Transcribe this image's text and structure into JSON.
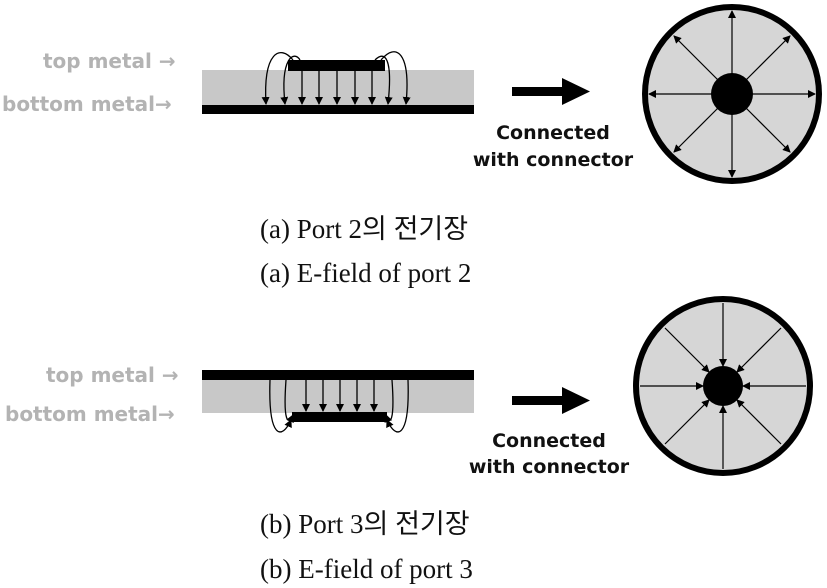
{
  "panel_a": {
    "top_metal_label": "top metal →",
    "bottom_metal_label": "bottom metal→",
    "connected_line1": "Connected",
    "connected_line2": "with connector",
    "caption_korean": "(a)  Port  2의  전기장",
    "caption_english": "(a)  E-field  of  port  2"
  },
  "panel_b": {
    "top_metal_label": "top metal →",
    "bottom_metal_label": "bottom metal→",
    "connected_line1": "Connected",
    "connected_line2": "with connector",
    "caption_korean": "(b)  Port  3의  전기장",
    "caption_english": "(b)  E-field  of  port  3"
  },
  "colors": {
    "dielectric": "#c8c8c8",
    "metal": "#000000",
    "label_grey": "#b3b3b3",
    "coax_fill": "#d6d6d6"
  }
}
